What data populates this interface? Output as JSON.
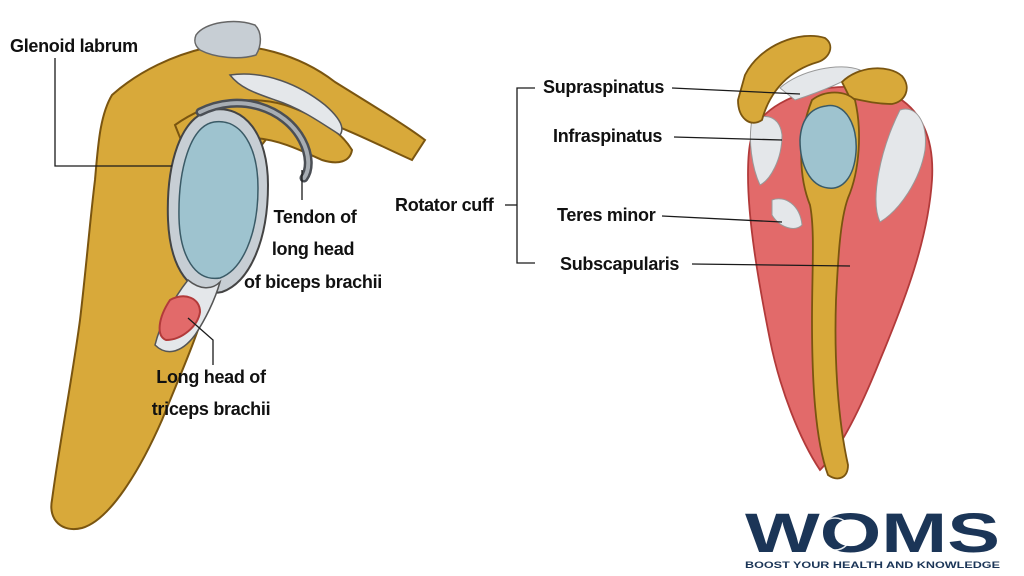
{
  "colors": {
    "bone": "#D8A93A",
    "bone_stroke": "#7A5510",
    "muscle": "#E26A6A",
    "muscle_dark": "#B23A3A",
    "cartilage": "#9EC3CF",
    "labrum": "#C7CED4",
    "tendon": "#E4E7EA",
    "logo_navy": "#1B3557"
  },
  "left_labels": {
    "glenoid_labrum": "Glenoid labrum",
    "tendon_line1": "Tendon of",
    "tendon_line2": "long head",
    "tendon_line3": "of biceps brachii",
    "triceps_line1": "Long head of",
    "triceps_line2": "triceps brachii"
  },
  "right_labels": {
    "group": "Rotator cuff",
    "supraspinatus": "Supraspinatus",
    "infraspinatus": "Infraspinatus",
    "teres_minor": "Teres minor",
    "subscapularis": "Subscapularis"
  },
  "logo": {
    "letters": "WOMS",
    "tagline": "BOOST YOUR HEALTH AND KNOWLEDGE"
  }
}
